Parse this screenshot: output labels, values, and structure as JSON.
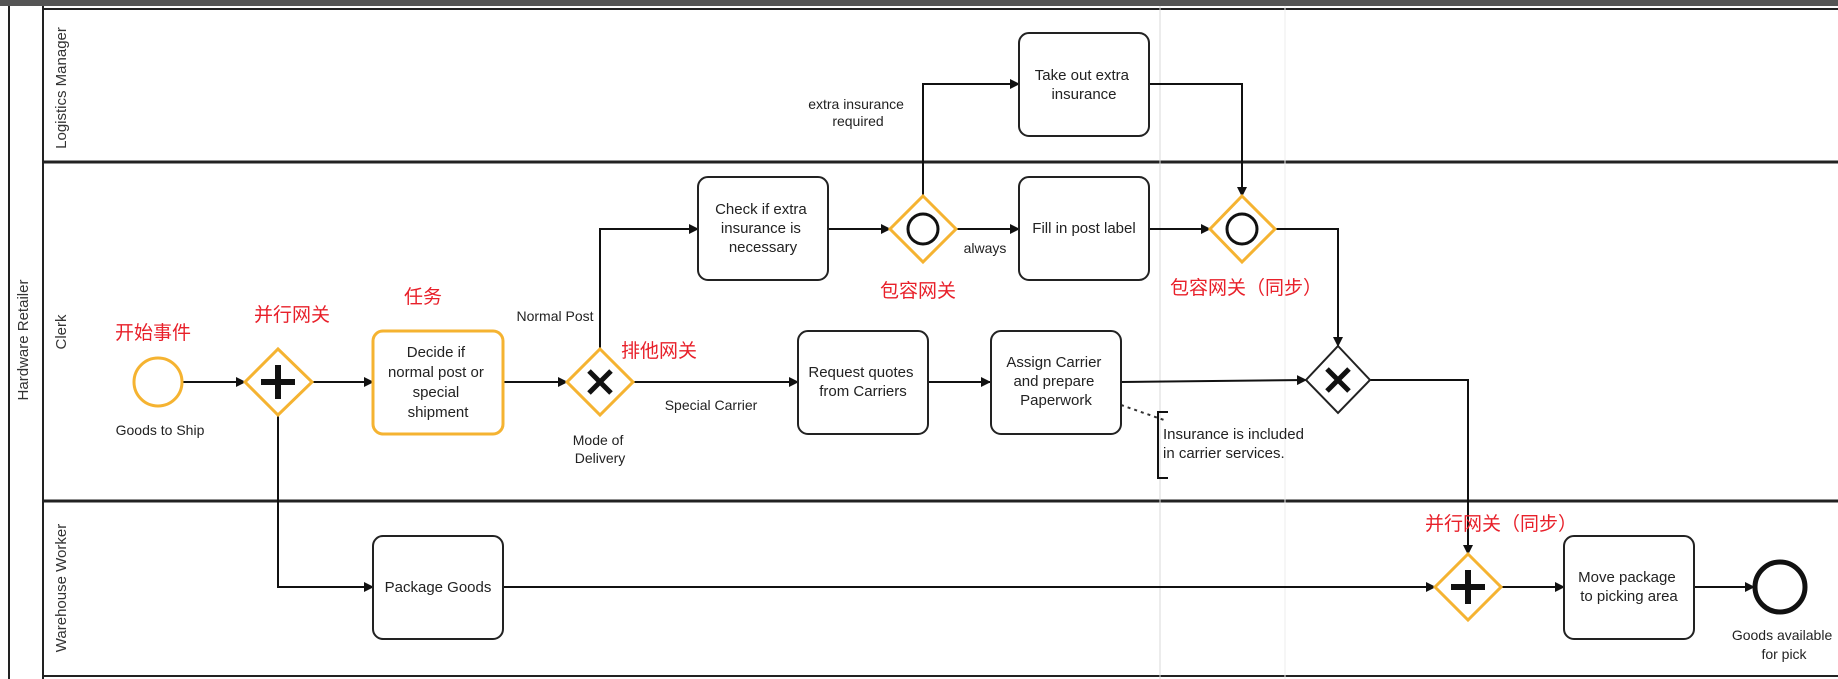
{
  "pool": {
    "label": "Hardware Retailer",
    "lanes": [
      {
        "id": "logistics",
        "label": "Logistics Manager"
      },
      {
        "id": "clerk",
        "label": "Clerk"
      },
      {
        "id": "warehouse",
        "label": "Warehouse Worker"
      }
    ]
  },
  "events": {
    "start": "Goods to Ship",
    "end": "Goods available for pick"
  },
  "tasks": {
    "decide": "Decide if normal post or special shipment",
    "check_insurance": "Check if extra insurance is necessary",
    "extra_insurance": "Take out extra insurance",
    "post_label": "Fill in post label",
    "request_quotes": "Request quotes from Carriers",
    "assign_carrier": "Assign Carrier and prepare Paperwork",
    "package_goods": "Package Goods",
    "move_package": "Move package to picking area"
  },
  "gateways": {
    "mode_of_delivery": "Mode of Delivery"
  },
  "flow_labels": {
    "normal_post": "Normal Post",
    "special_carrier": "Special Carrier",
    "extra_insurance_required": "extra insurance required",
    "always": "always"
  },
  "annotation": "Insurance is included in carrier services.",
  "cn_annotations": {
    "start_event": "开始事件",
    "parallel_gateway": "并行网关",
    "task": "任务",
    "exclusive_gateway": "排他网关",
    "inclusive_gateway": "包容网关",
    "inclusive_gateway_sync": "包容网关（同步）",
    "parallel_gateway_sync": "并行网关（同步）"
  },
  "colors": {
    "highlight": "#f5b331",
    "annotation_text": "#e8202a",
    "line": "#111111"
  }
}
